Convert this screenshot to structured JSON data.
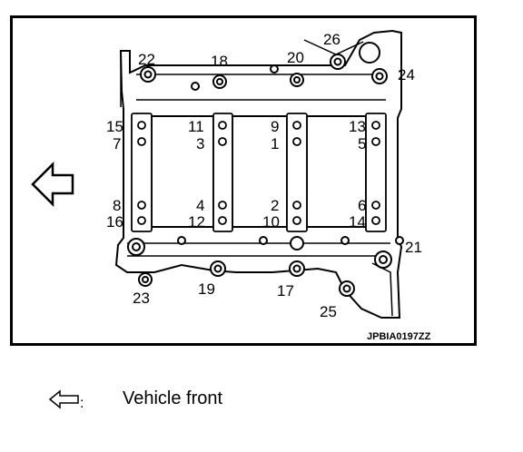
{
  "figure": {
    "code": "JPBIA0197ZZ",
    "callouts": [
      "22",
      "18",
      "20",
      "26",
      "24",
      "15",
      "7",
      "11",
      "3",
      "9",
      "1",
      "13",
      "5",
      "8",
      "16",
      "4",
      "12",
      "2",
      "10",
      "6",
      "14",
      "21",
      "23",
      "19",
      "17",
      "25"
    ]
  },
  "legend": {
    "label": "Vehicle front",
    "icon": "left-arrow-icon"
  },
  "colors": {
    "line": "#000000",
    "background": "#ffffff"
  }
}
